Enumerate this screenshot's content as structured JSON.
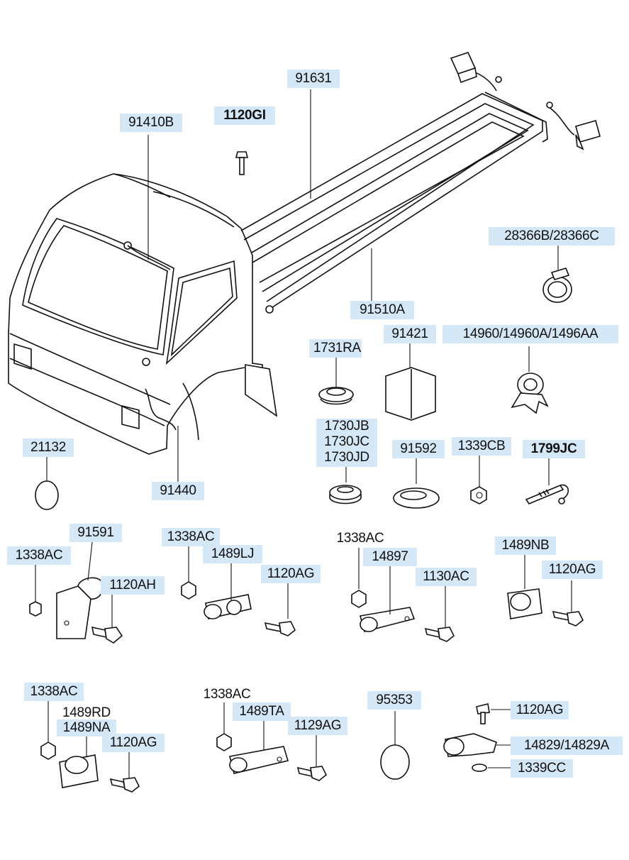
{
  "diagram": {
    "part_numbers": {
      "wiring_front_roof": "91410B",
      "bolt_top": "1120GI",
      "harness_frame_upper": "91631",
      "harness_frame_lower": "91510A",
      "clip_28366": "28366B/28366C",
      "grommet_1731": "1731RA",
      "relay_91421": "91421",
      "clamp_14960": "14960/14960A/1496AA",
      "cover_21132": "21132",
      "wiring_91440": "91440",
      "grommet_1730": "1730JB\n1730JC\n1730JD",
      "grommet_91592": "91592",
      "nut_1339CB": "1339CB",
      "tie_1799JC": "1799JC",
      "nut_g1": "1338AC",
      "bracket_91591": "91591",
      "bolt_g1": "1120AH",
      "nut_g2": "1338AC",
      "clamp_1489LJ": "1489LJ",
      "bolt_g2": "1120AG",
      "nut_g3": "1338AC",
      "clamp_14897": "14897",
      "bolt_g3": "1130AC",
      "clamp_1489NB": "1489NB",
      "bolt_g4": "1120AG",
      "nut_g5": "1338AC",
      "clamp_1489RD": "1489RD",
      "clamp_1489NA": "1489NA",
      "bolt_g5": "1120AG",
      "nut_g6": "1338AC",
      "clamp_1489TA": "1489TA",
      "bolt_g6": "1129AG",
      "cover_95353": "95353",
      "bolt_g7": "1120AG",
      "clamp_14829": "14829/14829A",
      "nut_g7": "1339CC"
    }
  },
  "colors": {
    "label_bg": "#d5e8f7",
    "line": "#111111"
  }
}
